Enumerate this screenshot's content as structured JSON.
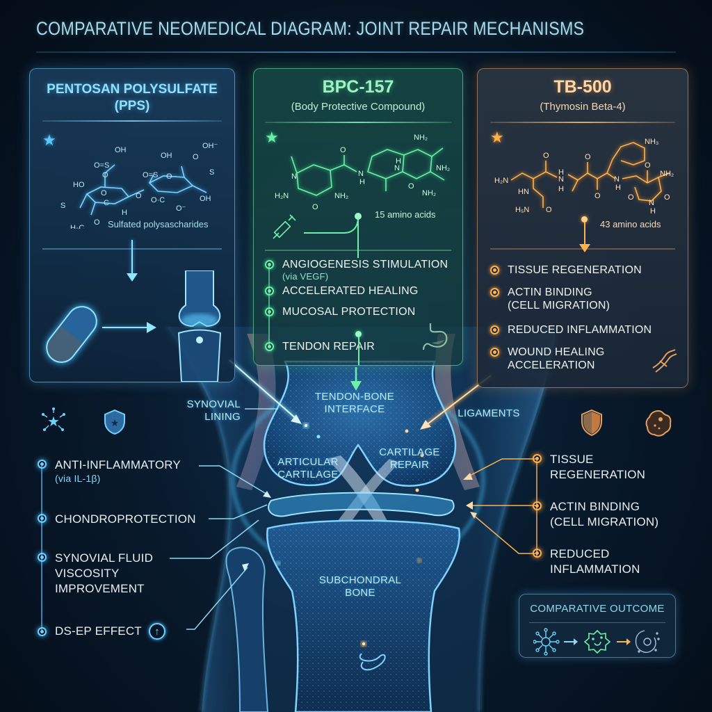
{
  "title": "COMPARATIVE NEOMEDICAL DIAGRAM: JOINT REPAIR MECHANISMS",
  "colors": {
    "pps_accent": "#6fd3ff",
    "bpc_accent": "#6ff0a8",
    "tb_accent": "#ffb24d",
    "background": "#061427",
    "label": "#bfe9f5"
  },
  "panels": {
    "pps": {
      "title_line1": "PENTOSAN POLYSULFATE",
      "title_line2": "(PPS)",
      "icon": "star-icon",
      "structure_caption": "Sulfated polysascharides",
      "structure_atoms": [
        "OH",
        "O",
        "S",
        "O",
        "O",
        "HO",
        "O",
        "S",
        "C",
        "H",
        "H3C",
        "O",
        "OH",
        "O",
        "S",
        "O",
        "O",
        "O",
        "OH⁻",
        "O",
        "S",
        "OH"
      ],
      "illustration": [
        "capsule-icon",
        "arrow-right-icon",
        "knee-joint-icon",
        "arrow-down-icon"
      ]
    },
    "bpc": {
      "title": "BPC-157",
      "subtitle": "(Body Protective Compound)",
      "icon": "star-icon",
      "structure_caption": "15 amino acids",
      "structure_atoms": [
        "N",
        "H2N",
        "O",
        "NH2",
        "O",
        "N",
        "H",
        "H",
        "N",
        "O",
        "NH2",
        "NH2",
        "NH2"
      ],
      "bullets": [
        {
          "label": "ANGIOGENESIS STIMULATION",
          "sub": "(via VEGF)"
        },
        {
          "label": "ACCELERATED HEALING"
        },
        {
          "label": "MUCOSAL PROTECTION"
        },
        {
          "label": "TENDON REPAIR"
        }
      ],
      "decor_icons": [
        "syringe-icon",
        "stomach-icon"
      ]
    },
    "tb": {
      "title": "TB-500",
      "subtitle": "(Thymosin Beta-4)",
      "icon": "star-icon",
      "structure_caption": "43 amino acids",
      "structure_atoms": [
        "H2N",
        "O",
        "HN",
        "H5N",
        "O",
        "H",
        "N",
        "N",
        "H",
        "O",
        "O",
        "N",
        "H",
        "NH3",
        "O",
        "NH2",
        "O",
        "N",
        "H",
        "O"
      ],
      "bullets": [
        {
          "label": "TISSUE REGENERATION"
        },
        {
          "label": "ACTIN BINDING",
          "sub": "(CELL MIGRATION)"
        },
        {
          "label": "REDUCED INFLAMMATION"
        },
        {
          "label": "WOUND HEALING",
          "sub": "ACCELERATION"
        }
      ],
      "decor_icons": [
        "tendon-icon"
      ]
    }
  },
  "anatomy_labels": {
    "synovial_lining": [
      "SYNOVIAL",
      "LINING"
    ],
    "tendon_bone": [
      "TENDON-BONE",
      "INTERFACE"
    ],
    "ligaments": "LIGAMENTS",
    "articular_cartilage": [
      "ARTICULAR",
      "CARTILAGE"
    ],
    "cartilage_repair": [
      "CARTILAGE",
      "REPAIR"
    ],
    "subchondral_bone": [
      "SUBCHONDRAL",
      "BONE"
    ]
  },
  "left_effects": {
    "icons": [
      "network-star-icon",
      "shield-star-icon"
    ],
    "items": [
      {
        "label": "ANTI-INFLAMMATORY",
        "sub": "(via IL-1β)"
      },
      {
        "label": "CHONDROPROTECTION"
      },
      {
        "label": "SYNOVIAL FLUID",
        "line2": "VISCOSITY",
        "line3": "IMPROVEMENT"
      },
      {
        "label": "DS-EP EFFECT",
        "icon": "arrow-up-circle-icon"
      }
    ]
  },
  "right_effects": {
    "icons": [
      "half-shield-icon",
      "cell-icon"
    ],
    "items": [
      {
        "label": "TISSUE",
        "line2": "REGENERATION"
      },
      {
        "label": "ACTIN BINDING",
        "line2": "(CELL MIGRATION)"
      },
      {
        "label": "REDUCED",
        "line2": "INFLAMMATION"
      }
    ]
  },
  "outcome": {
    "title": "COMPARATIVE OUTCOME",
    "sequence": [
      "molecule-network-icon",
      "arrow-right-icon",
      "green-cell-icon",
      "arrow-right-icon",
      "repaired-cell-icon"
    ]
  }
}
